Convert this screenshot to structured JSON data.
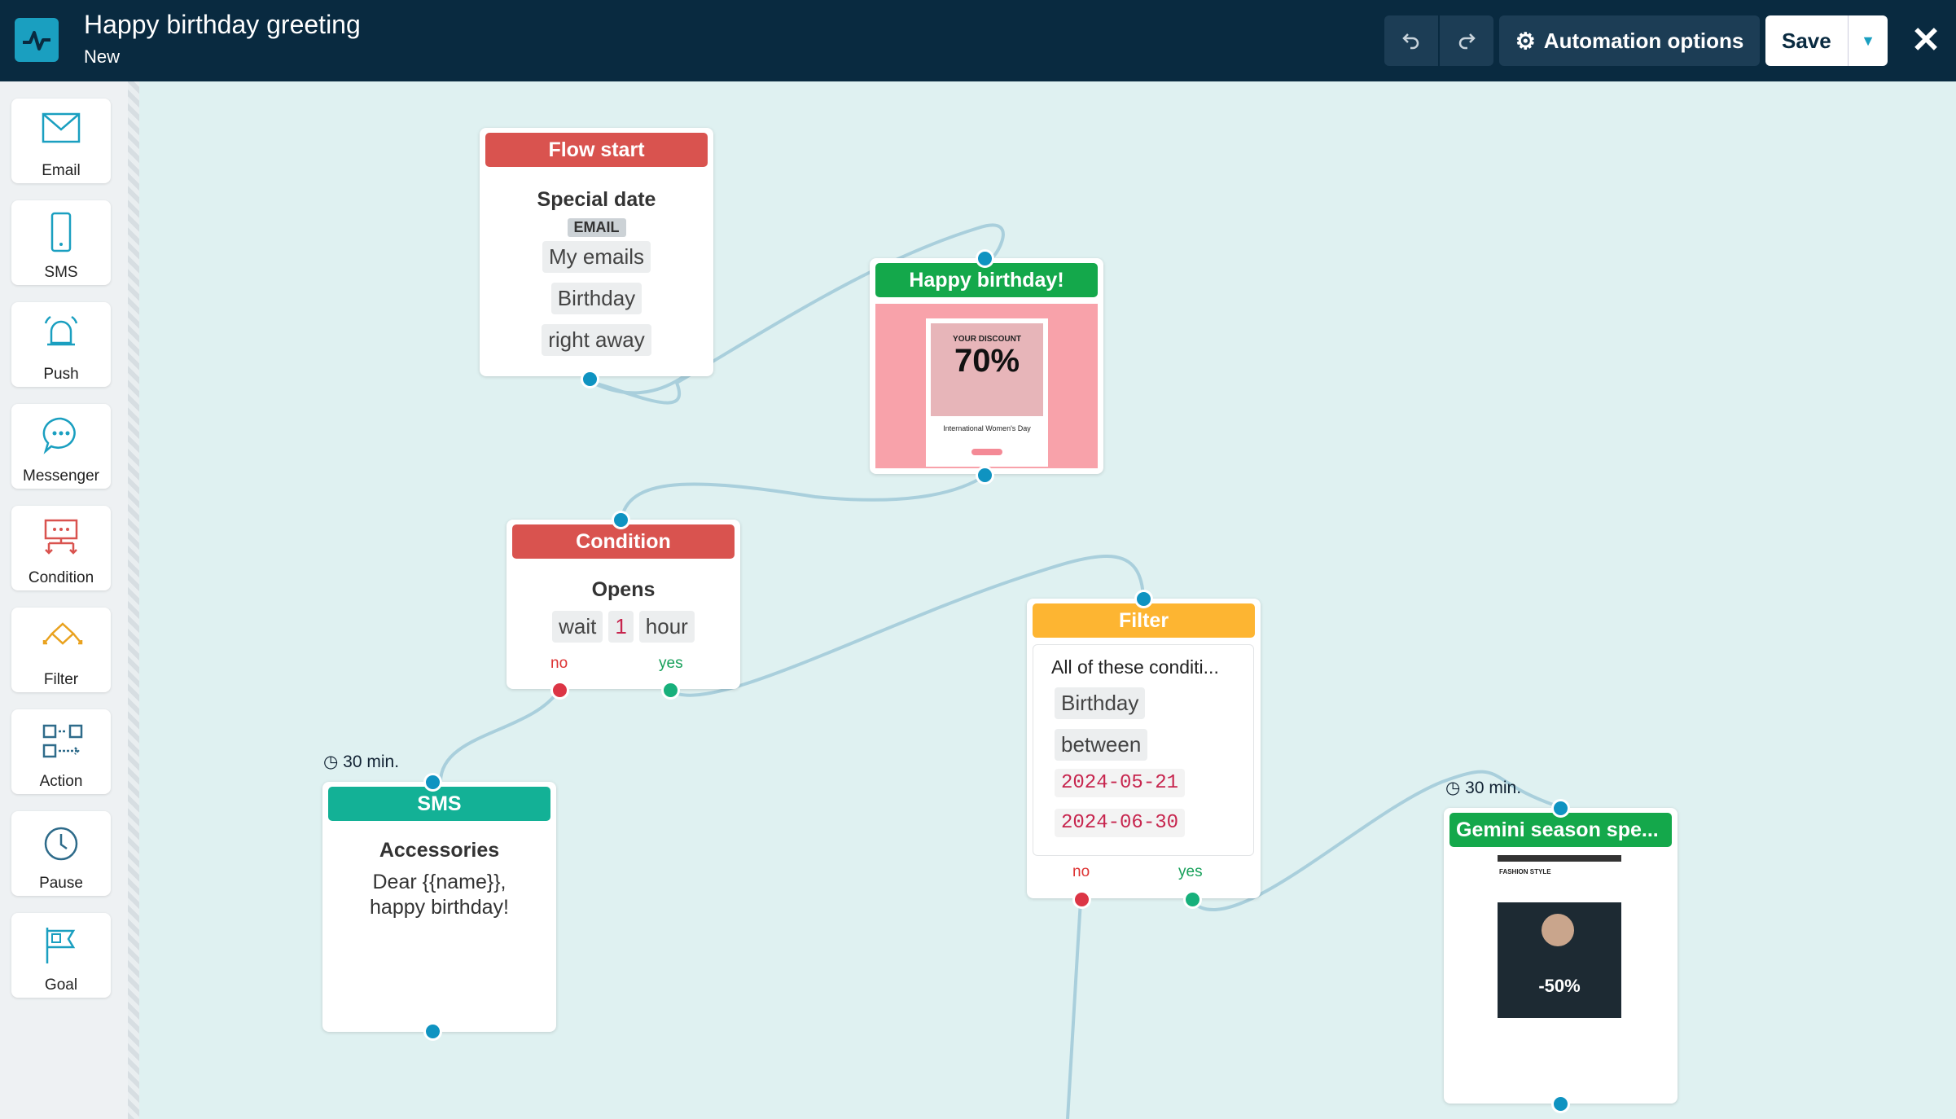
{
  "header": {
    "title": "Happy birthday greeting",
    "subtitle": "New",
    "automation_label": "Automation options",
    "save_label": "Save"
  },
  "colors": {
    "header_bg": "#092a40",
    "canvas_bg": "#dff1f1",
    "accent": "#1a9fc0",
    "red": "#d9534f",
    "green": "#14a84b",
    "teal": "#13b196",
    "orange": "#fdb532"
  },
  "sidebar": {
    "items": [
      {
        "label": "Email",
        "icon": "envelope-icon"
      },
      {
        "label": "SMS",
        "icon": "phone-icon"
      },
      {
        "label": "Push",
        "icon": "bell-icon"
      },
      {
        "label": "Messenger",
        "icon": "chat-bubble-icon"
      },
      {
        "label": "Condition",
        "icon": "condition-icon"
      },
      {
        "label": "Filter",
        "icon": "filter-icon"
      },
      {
        "label": "Action",
        "icon": "action-icon"
      },
      {
        "label": "Pause",
        "icon": "clock-icon"
      },
      {
        "label": "Goal",
        "icon": "flag-icon"
      }
    ]
  },
  "flow_start": {
    "title": "Flow start",
    "type": "Special date",
    "badge": "EMAIL",
    "list": "My emails",
    "field": "Birthday",
    "timing": "right away"
  },
  "email_node": {
    "title": "Happy birthday!",
    "preview": {
      "line1": "YOUR DISCOUNT",
      "big": "70%",
      "caption": "International Women's Day"
    }
  },
  "condition": {
    "title": "Condition",
    "type": "Opens",
    "wait": "wait",
    "amount": "1",
    "unit": "hour",
    "no": "no",
    "yes": "yes"
  },
  "filter": {
    "title": "Filter",
    "summary": "All of these conditi...",
    "field": "Birthday",
    "operator": "between",
    "from": "2024-05-21",
    "to": "2024-06-30",
    "no": "no",
    "yes": "yes"
  },
  "sms": {
    "delay": "30 min.",
    "title": "SMS",
    "name": "Accessories",
    "message": "Dear {{name}}, happy birthday!"
  },
  "gemini": {
    "delay": "30 min.",
    "title": "Gemini season spe...",
    "preview": {
      "brand": "FASHION STYLE",
      "big": "-50%"
    }
  }
}
